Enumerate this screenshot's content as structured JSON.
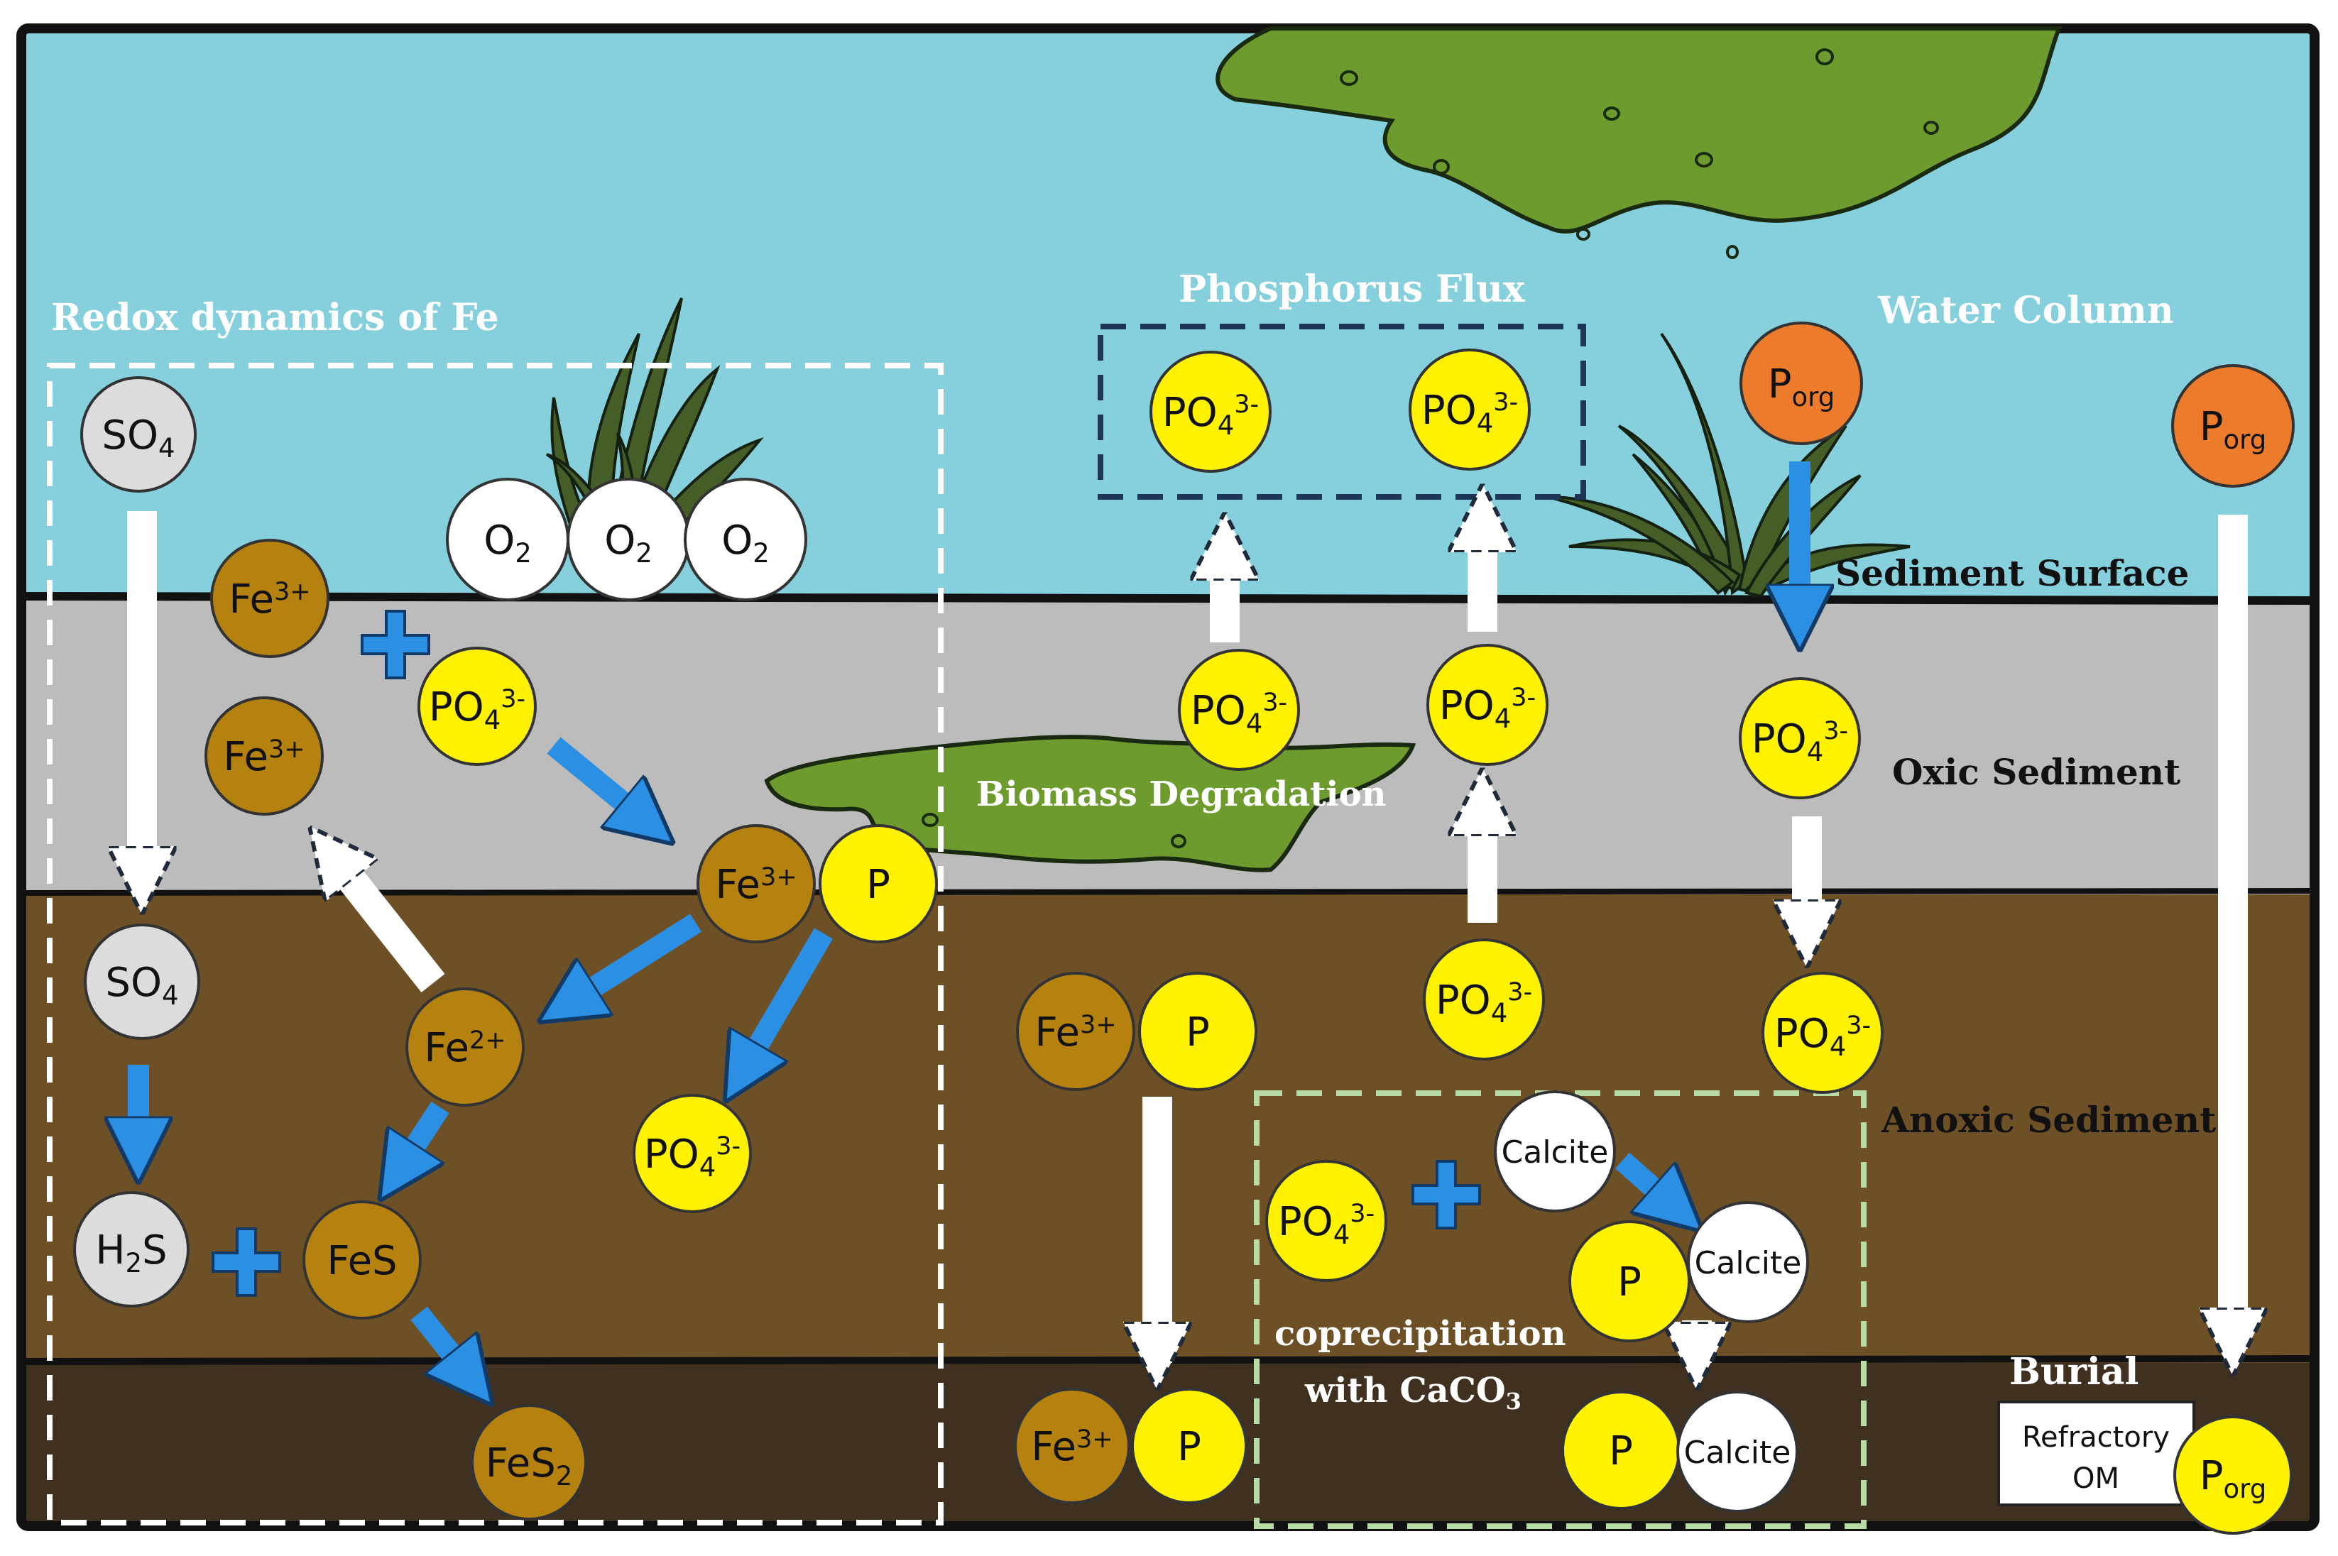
{
  "layers": {
    "water_column": "Water Column",
    "sediment_surface": "Sediment Surface",
    "oxic_sediment": "Oxic Sediment",
    "anoxic_sediment": "Anoxic Sediment",
    "burial": "Burial"
  },
  "colors": {
    "water": "#86d0de",
    "oxic": "#bcbcbc",
    "anoxic": "#6e5026",
    "burial": "#3f3020",
    "algae": "#6e9b2e",
    "iron": "#b5820f",
    "phosphate": "#fff200",
    "organic_p": "#ed7b2c",
    "sulfur": "#dcdcdc",
    "oxygen": "#ffffff",
    "process_arrow": "#2b8fe3",
    "flux_arrow": "#ffffff"
  },
  "sections": {
    "redox_title": "Redox dynamics of Fe",
    "flux_title": "Phosphorus Flux",
    "biomass_label": "Biomass Degradation",
    "coprecip_line1": "coprecipitation",
    "coprecip_line2": "with CaCO",
    "coprecip_sub": "3",
    "refractory_line1": "Refractory",
    "refractory_line2": "OM"
  },
  "species": {
    "so4": "SO",
    "so4_sub": "4",
    "h2s_h": "H",
    "h2s_sub": "2",
    "h2s_s": "S",
    "o2": "O",
    "o2_sub": "2",
    "fe": "Fe",
    "fe3_sup": "3+",
    "fe2_sup": "2+",
    "fes": "FeS",
    "fes2": "FeS",
    "fes2_sub": "2",
    "po4": "PO",
    "po4_sub": "4",
    "po4_sup": "3-",
    "p": "P",
    "porg_p": "P",
    "porg_sub": "org",
    "calcite": "Calcite"
  }
}
